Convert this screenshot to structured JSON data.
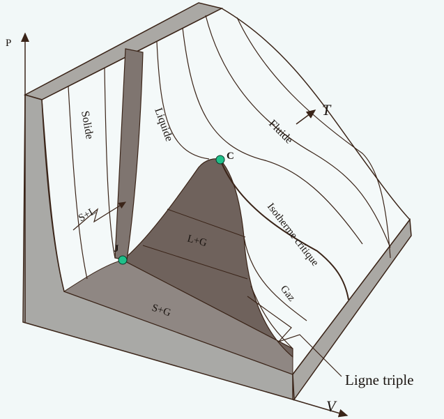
{
  "axes": {
    "p_label": "P",
    "v_label": "V",
    "t_label": "T"
  },
  "regions": {
    "solid": "Solide",
    "liquid": "Liquide",
    "fluid": "Fluide",
    "gas": "Gaz",
    "solid_liquid": "S+L",
    "liquid_gas": "L+G",
    "solid_gas": "S+G"
  },
  "annotations": {
    "critical_isotherm": "Isotherme critique",
    "triple_line": "Ligne triple"
  },
  "points": [
    {
      "label": "C",
      "color": "#1fc08a"
    },
    {
      "label": "J",
      "color": "#1fc08a"
    }
  ],
  "colors": {
    "background": "#f2f8f8",
    "surface": "#f4f9f9",
    "wall": "#a9a9a6",
    "dome": "#6f625c",
    "ink": "#3a2418"
  }
}
